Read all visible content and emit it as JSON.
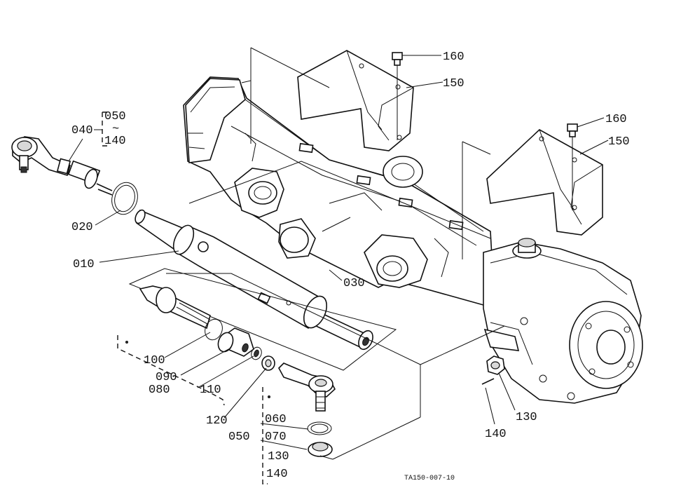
{
  "diagram": {
    "figure_code": "TA150-007-10",
    "labels": {
      "p160a": "160",
      "p150a": "150",
      "p160b": "160",
      "p150b": "150",
      "p040": "040",
      "p050_top": "050",
      "p140_top": "140",
      "tilde": "~",
      "p020": "020",
      "p010": "010",
      "p030": "030",
      "p100": "100",
      "p090": "090",
      "p080": "080",
      "p110": "110",
      "p120": "120",
      "p050_bot": "050",
      "p060": "060",
      "p070": "070",
      "p130_bot": "130",
      "p140_bot": "140",
      "p130_right": "130",
      "p140_right": "140"
    }
  }
}
